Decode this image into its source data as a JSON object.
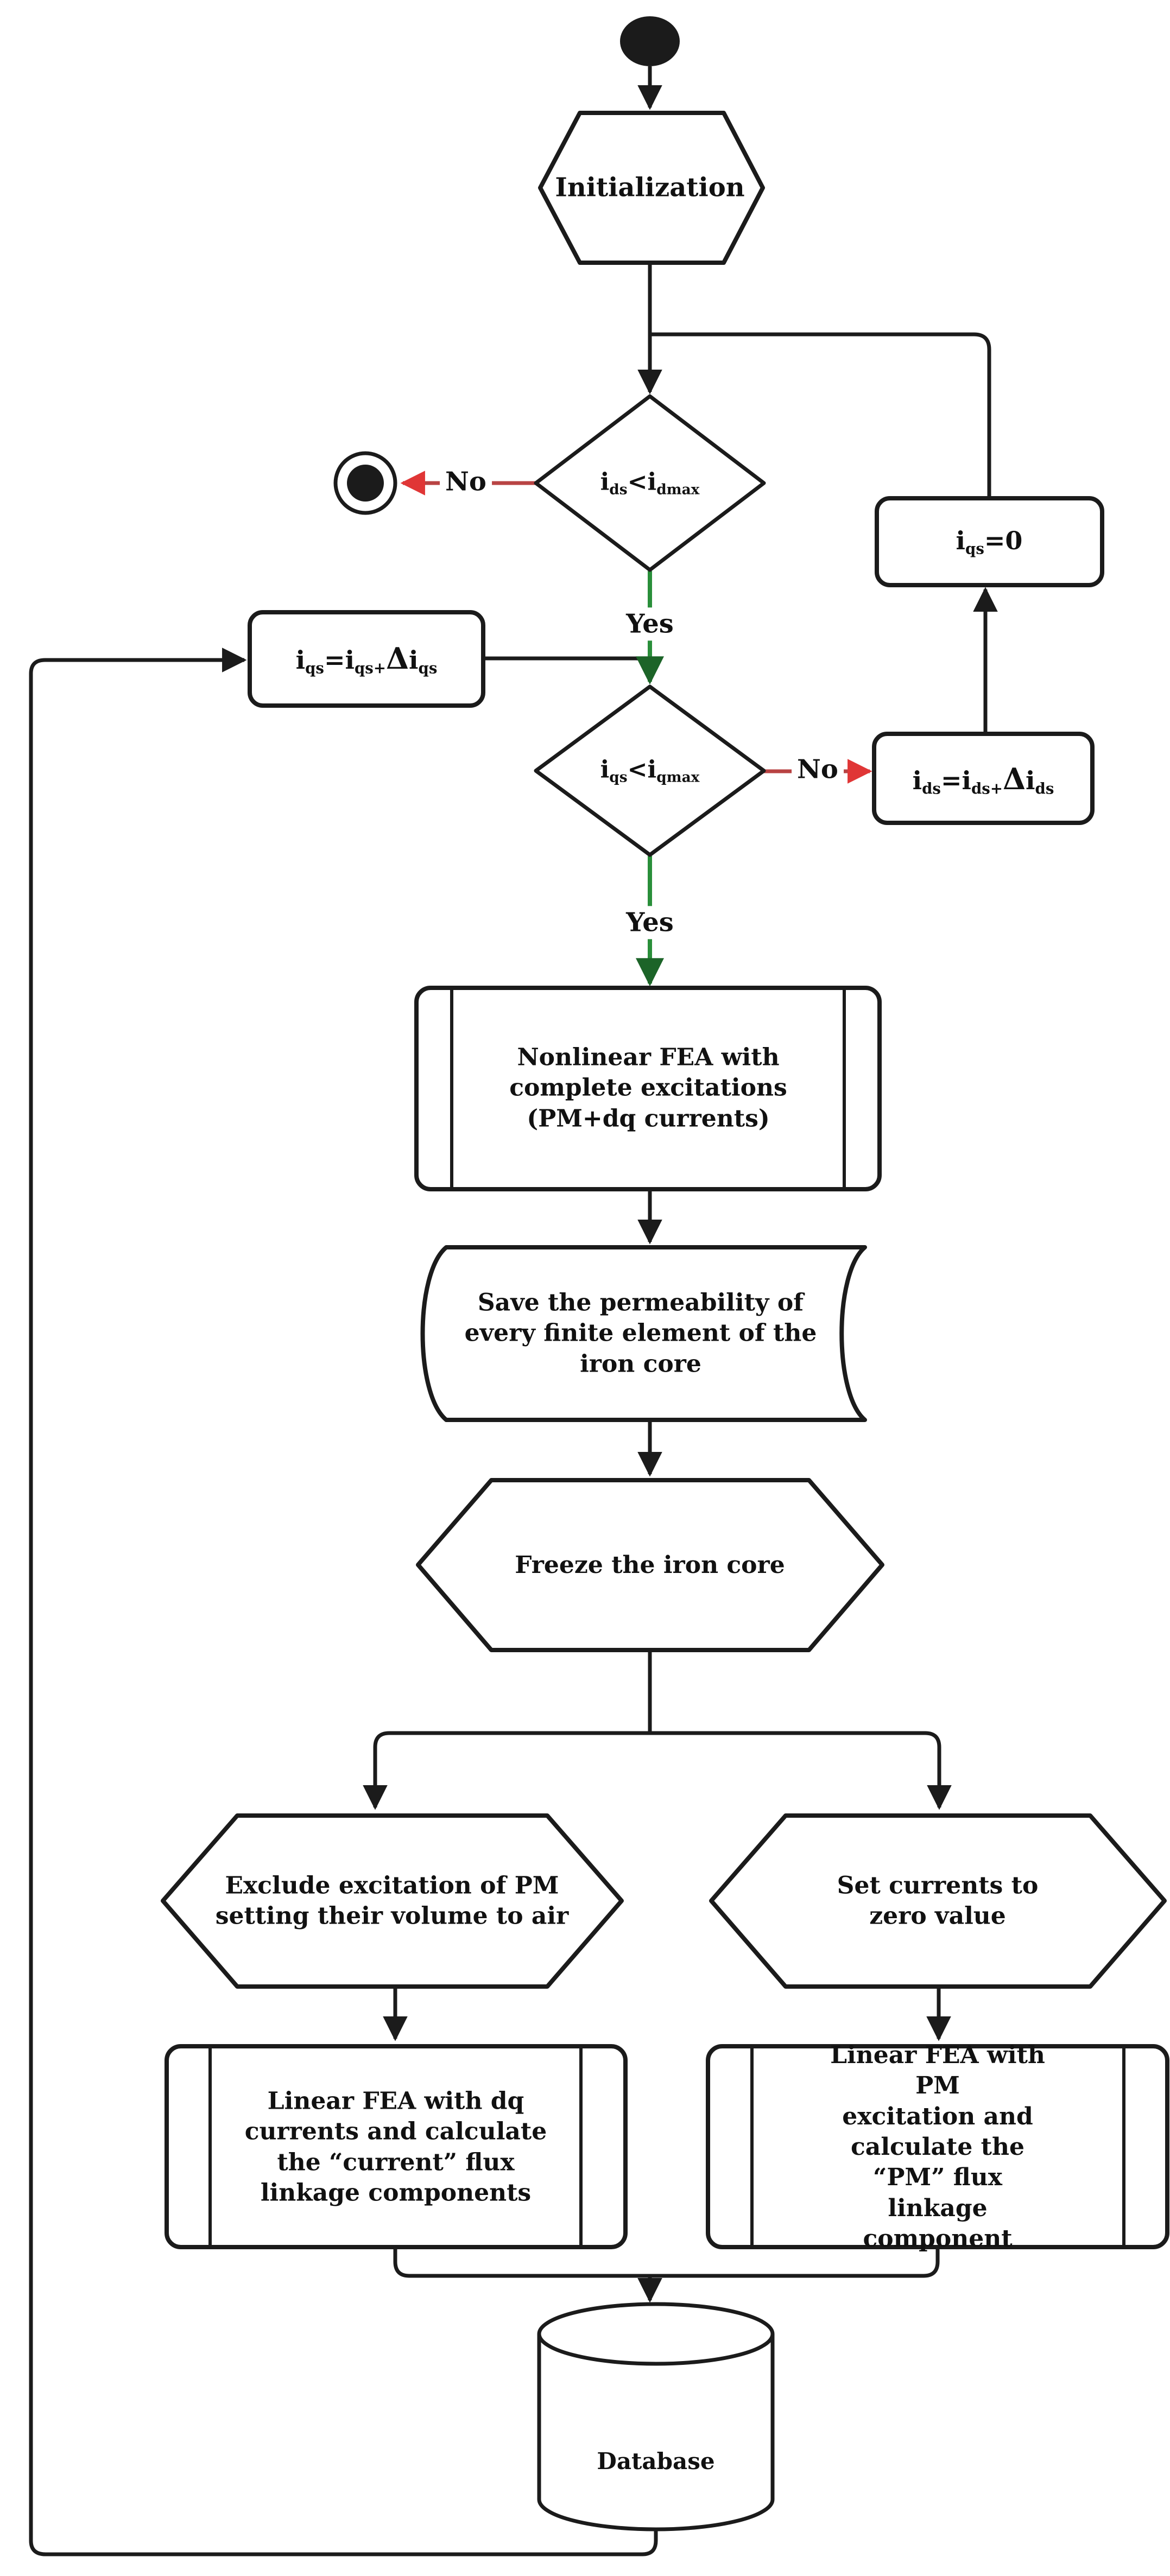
{
  "colors": {
    "line": "#1b1b1b",
    "red_line": "#b84343",
    "red_head": "#e03636",
    "green_line": "#2a8f3a",
    "green_head": "#1c6428"
  },
  "labels": {
    "yes": "Yes",
    "no": "No"
  },
  "nodes": {
    "initialization": {
      "label": "Initialization"
    },
    "check_id": {
      "formula": [
        {
          "t": "i"
        },
        {
          "t": "ds",
          "sub": true
        },
        {
          "t": "<i"
        },
        {
          "t": "dmax",
          "sub": true
        }
      ]
    },
    "iqs_zero": {
      "formula": [
        {
          "t": "i"
        },
        {
          "t": "qs",
          "sub": true
        },
        {
          "t": "=0"
        }
      ]
    },
    "iqs_increment": {
      "formula": [
        {
          "t": "i"
        },
        {
          "t": "qs",
          "sub": true
        },
        {
          "t": "=i"
        },
        {
          "t": "qs+",
          "sub": true
        },
        {
          "t": "Δ",
          "big": true
        },
        {
          "t": "i"
        },
        {
          "t": "qs",
          "sub": true
        }
      ]
    },
    "check_iq": {
      "formula": [
        {
          "t": "i"
        },
        {
          "t": "qs",
          "sub": true
        },
        {
          "t": "<i"
        },
        {
          "t": "qmax",
          "sub": true
        }
      ]
    },
    "ids_increment": {
      "formula": [
        {
          "t": "i"
        },
        {
          "t": "ds",
          "sub": true
        },
        {
          "t": "=i"
        },
        {
          "t": "ds+",
          "sub": true
        },
        {
          "t": "Δ",
          "big": true
        },
        {
          "t": "i"
        },
        {
          "t": "ds",
          "sub": true
        }
      ]
    },
    "nonlinear_fea": {
      "label": "Nonlinear FEA with\ncomplete excitations\n(PM+dq currents)"
    },
    "save_permeability": {
      "label": "Save the permeability of\nevery finite element of the\niron core"
    },
    "freeze_core": {
      "label": "Freeze the iron core"
    },
    "exclude_pm": {
      "label": "Exclude excitation of PM\nsetting their volume to air"
    },
    "set_currents_zero": {
      "label": "Set currents to zero value"
    },
    "linear_fea_dq": {
      "label": "Linear FEA with dq\ncurrents and calculate\nthe “current” flux\nlinkage components"
    },
    "linear_fea_pm": {
      "label": "Linear FEA with PM\nexcitation and\ncalculate the “PM” flux\nlinkage component"
    },
    "database": {
      "label": "Database"
    }
  }
}
